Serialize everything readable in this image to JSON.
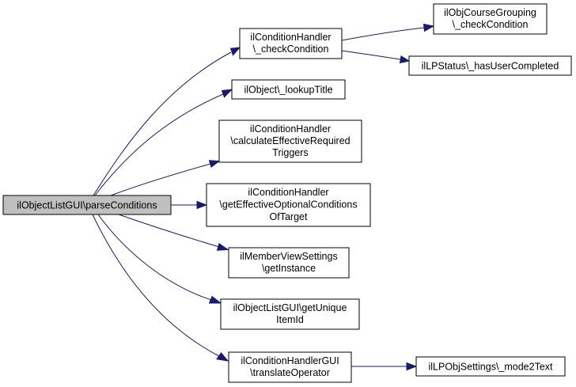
{
  "graph": {
    "nodes": {
      "root": {
        "lines": [
          "ilObjectListGUI\\parseConditions"
        ]
      },
      "check_condition": {
        "lines": [
          "ilConditionHandler",
          "\\_checkCondition"
        ]
      },
      "lookup_title": {
        "lines": [
          "ilObject\\_lookupTitle"
        ]
      },
      "calc_required": {
        "lines": [
          "ilConditionHandler",
          "\\calculateEffectiveRequired",
          "Triggers"
        ]
      },
      "get_optional": {
        "lines": [
          "ilConditionHandler",
          "\\getEffectiveOptionalConditions",
          "OfTarget"
        ]
      },
      "member_view": {
        "lines": [
          "ilMemberViewSettings",
          "\\getInstance"
        ]
      },
      "unique_item": {
        "lines": [
          "ilObjectListGUI\\getUnique",
          "ItemId"
        ]
      },
      "translate_op": {
        "lines": [
          "ilConditionHandlerGUI",
          "\\translateOperator"
        ]
      },
      "course_grouping": {
        "lines": [
          "ilObjCourseGrouping",
          "\\_checkCondition"
        ]
      },
      "has_user_completed": {
        "lines": [
          "ilLPStatus\\_hasUserCompleted"
        ]
      },
      "mode2text": {
        "lines": [
          "ilLPObjSettings\\_mode2Text"
        ]
      }
    },
    "edge_color": "#191970",
    "root_fill": "#bfbfbf",
    "node_fill": "#ffffff"
  }
}
